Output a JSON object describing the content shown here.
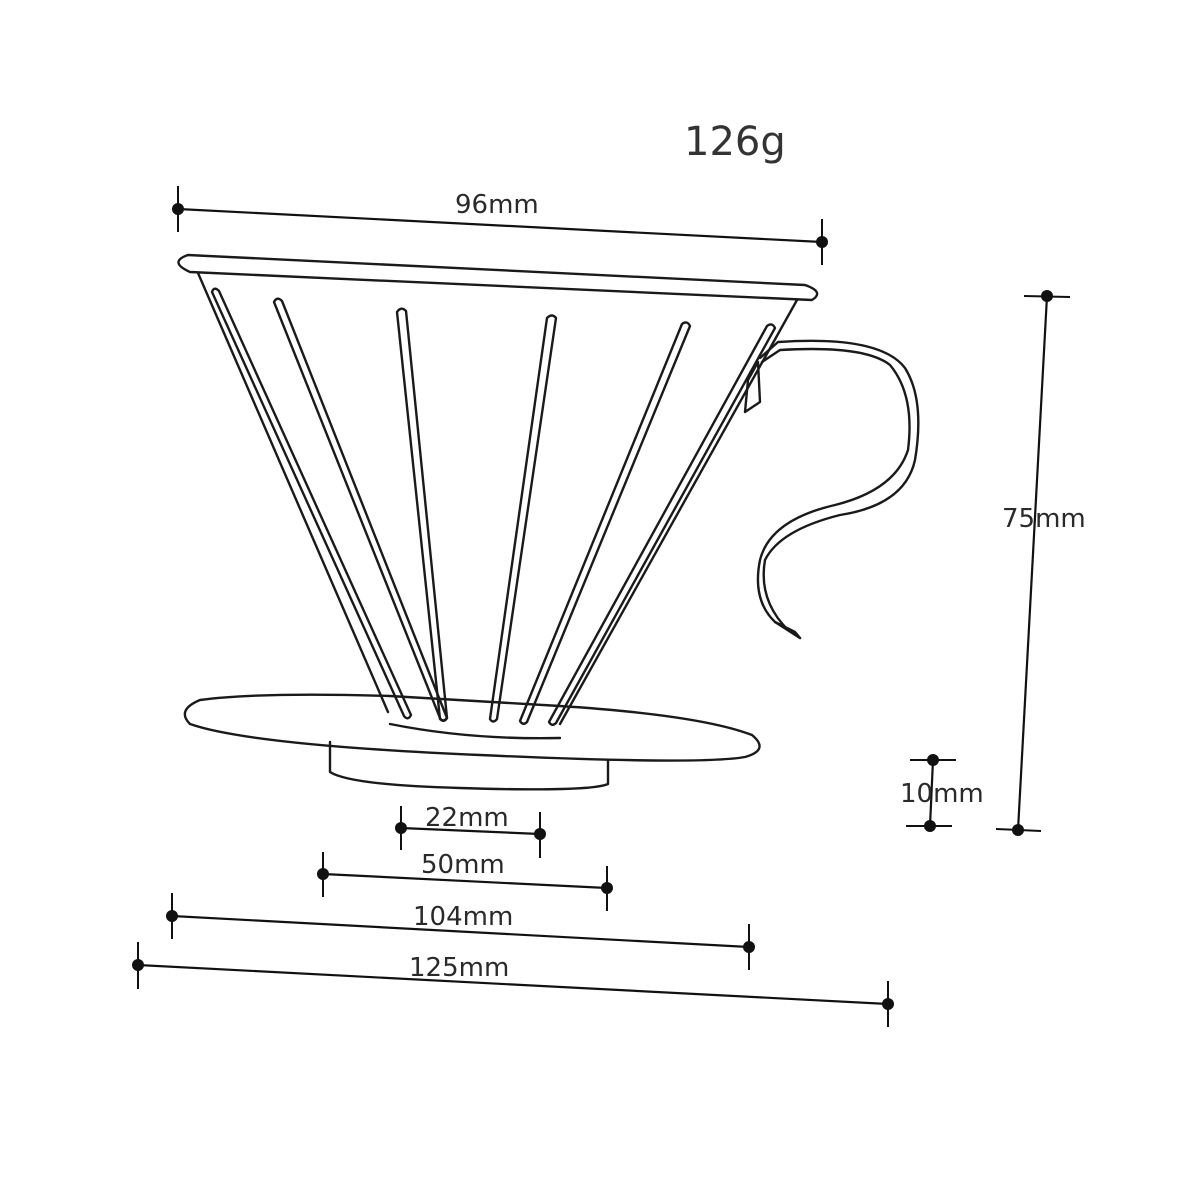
{
  "product": {
    "weight": "126g"
  },
  "dimensions": {
    "top_width": "96mm",
    "height": "75mm",
    "base_height": "10mm",
    "outlet_width": "22mm",
    "bottom_width": "50mm",
    "plate_width": "104mm",
    "overall_width": "125mm"
  },
  "colors": {
    "line": "#1a1a1a",
    "text": "#2a2a2a",
    "background": "#ffffff"
  }
}
